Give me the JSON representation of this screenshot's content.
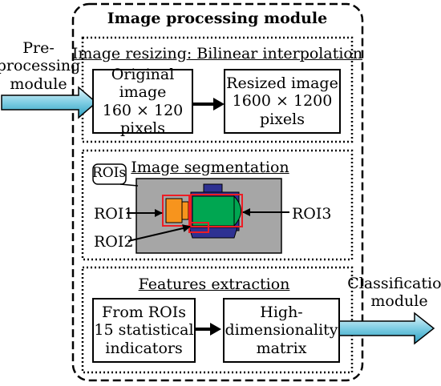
{
  "module": {
    "title": "Image processing module"
  },
  "input": {
    "line1": "Pre-",
    "line2": "processing",
    "line3": "module"
  },
  "output": {
    "line1": "Classification",
    "line2": "module"
  },
  "resizing": {
    "title": "Image resizing: Bilinear interpolation",
    "original": {
      "line1": "Original image",
      "line2": "160 × 120",
      "line3": "pixels"
    },
    "resized": {
      "line1": "Resized image",
      "line2": "1600 × 1200",
      "line3": "pixels"
    }
  },
  "segmentation": {
    "title": "Image segmentation",
    "rois_label": "ROIs",
    "roi1": "ROI1",
    "roi2": "ROI2",
    "roi3": "ROI3"
  },
  "features": {
    "title": "Features extraction",
    "from": {
      "line1": "From ROIs",
      "line2": "15 statistical",
      "line3": "indicators"
    },
    "matrix": {
      "line1": "High-",
      "line2": "dimensionality",
      "line3": "matrix"
    }
  },
  "colors": {
    "arrow_fill_top": "#2a9fc0",
    "arrow_fill_bottom": "#e6f6fb",
    "background_gray": "#a6a6a6",
    "motor_blue": "#2e3192",
    "motor_green": "#00a651",
    "motor_orange": "#f7941d",
    "roi_red": "#ed1c24"
  }
}
